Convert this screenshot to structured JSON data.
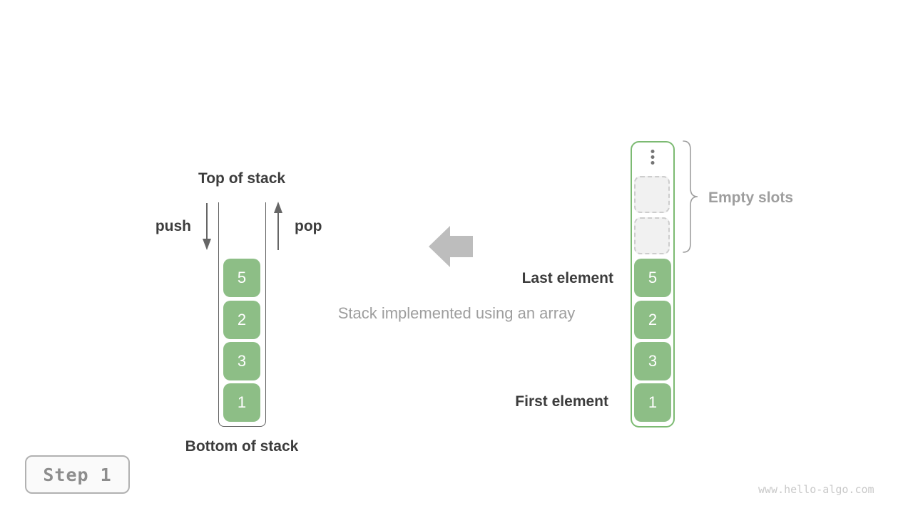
{
  "figure": {
    "left_stack": {
      "top_label": "Top of stack",
      "bottom_label": "Bottom of stack",
      "push_label": "push",
      "pop_label": "pop",
      "blocks": [
        "5",
        "2",
        "3",
        "1"
      ]
    },
    "center": {
      "caption": "Stack implemented using an array"
    },
    "right_array": {
      "blocks": [
        "5",
        "2",
        "3",
        "1"
      ],
      "empty_slot_count": 2,
      "empty_slots_label": "Empty slots",
      "last_element_label": "Last element",
      "first_element_label": "First element"
    },
    "step_badge_label": "Step 1",
    "watermark": "www.hello-algo.com"
  },
  "icons": {
    "push_arrow": "↓",
    "pop_arrow": "↑",
    "direction_arrow": "←",
    "vertical_ellipsis": "⋮",
    "empty_slots_brace": "}"
  },
  "colors": {
    "block_green": "#8dbe86",
    "array_border_green": "#7cba72",
    "text_dark": "#3c3c3c",
    "text_gray": "#9e9e9e",
    "big_arrow_gray": "#bdbdbd",
    "line_gray": "#666666",
    "slot_fill": "#f1f1f1",
    "slot_border": "#cdcdcd"
  }
}
